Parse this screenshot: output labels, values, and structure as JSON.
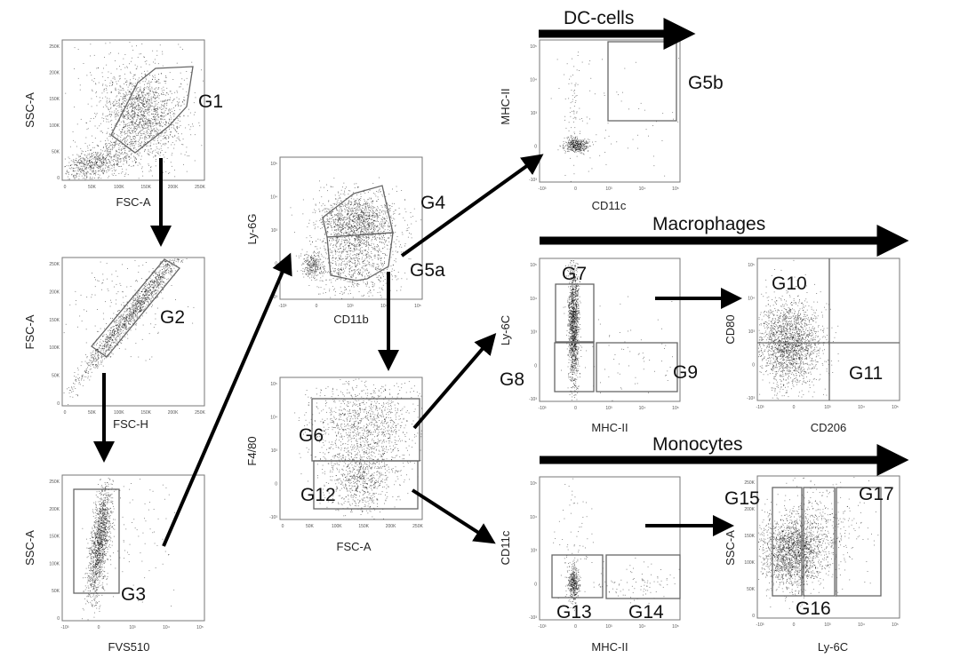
{
  "title": "Flow cytometry gating strategy",
  "sections": {
    "dc": "DC-cells",
    "macrophages": "Macrophages",
    "monocytes": "Monocytes"
  },
  "colors": {
    "ink": "#000000",
    "gate": "#666666",
    "frame": "#777777"
  },
  "lin_ticks": [
    "0",
    "50K",
    "100K",
    "150K",
    "200K",
    "250K"
  ],
  "log_ticks": [
    "-10³",
    "0",
    "10³",
    "10⁴",
    "10⁵"
  ],
  "panels": [
    {
      "id": "p1",
      "xlabel": "FSC-A",
      "ylabel": "SSC-A",
      "xscale": "lin",
      "yscale": "lin",
      "gates": [
        "G1"
      ]
    },
    {
      "id": "p2",
      "xlabel": "FSC-H",
      "ylabel": "FSC-A",
      "xscale": "lin",
      "yscale": "lin",
      "gates": [
        "G2"
      ]
    },
    {
      "id": "p3",
      "xlabel": "FVS510",
      "ylabel": "SSC-A",
      "xscale": "log",
      "yscale": "lin",
      "gates": [
        "G3"
      ]
    },
    {
      "id": "p4",
      "xlabel": "CD11b",
      "ylabel": "Ly-6G",
      "xscale": "log",
      "yscale": "log",
      "gates": [
        "G4",
        "G5a"
      ]
    },
    {
      "id": "p5",
      "xlabel": "FSC-A",
      "ylabel": "F4/80",
      "xscale": "lin",
      "yscale": "log",
      "gates": [
        "G6",
        "G12"
      ]
    },
    {
      "id": "p6",
      "xlabel": "CD11c",
      "ylabel": "MHC-II",
      "xscale": "log",
      "yscale": "log",
      "gates": [
        "G5b"
      ]
    },
    {
      "id": "p7",
      "xlabel": "MHC-II",
      "ylabel": "Ly-6C",
      "xscale": "log",
      "yscale": "log",
      "gates": [
        "G7",
        "G8",
        "G9"
      ]
    },
    {
      "id": "p8",
      "xlabel": "CD206",
      "ylabel": "CD80",
      "xscale": "log",
      "yscale": "log",
      "gates": [
        "G10",
        "G11"
      ]
    },
    {
      "id": "p9",
      "xlabel": "MHC-II",
      "ylabel": "CD11c",
      "xscale": "log",
      "yscale": "log",
      "gates": [
        "G13",
        "G14"
      ]
    },
    {
      "id": "p10",
      "xlabel": "Ly-6C",
      "ylabel": "SSC-A",
      "xscale": "log",
      "yscale": "lin",
      "gates": [
        "G15",
        "G16",
        "G17"
      ]
    }
  ]
}
